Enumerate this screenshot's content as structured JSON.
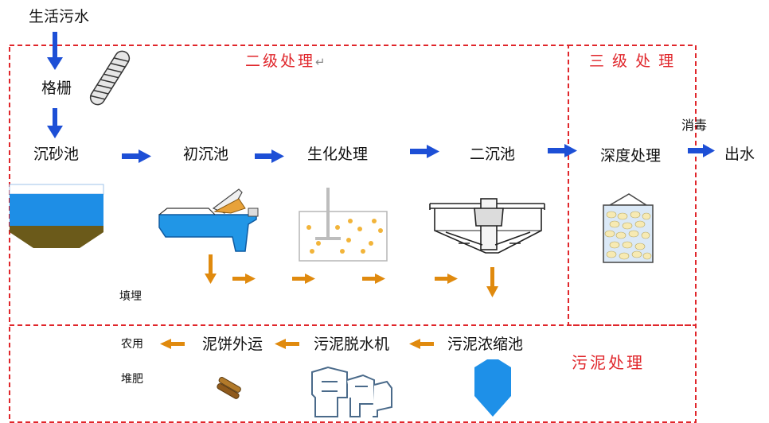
{
  "stages": {
    "secondary_title": "二级处理",
    "secondary_mark": "↵",
    "tertiary_title": "三 级 处 理",
    "sludge_title": "污泥处理"
  },
  "nodes": {
    "sewage": "生活污水",
    "screen": "格栅",
    "grit_chamber": "沉砂池",
    "primary_clarifier": "初沉池",
    "biological": "生化处理",
    "secondary_clarifier": "二沉池",
    "advanced": "深度处理",
    "disinfection": "消毒",
    "effluent": "出水",
    "landfill": "填埋",
    "thickener": "污泥浓缩池",
    "dewatering": "污泥脱水机",
    "cake_transport": "泥饼外运",
    "agriculture": "农用",
    "compost": "堆肥"
  },
  "colors": {
    "main_arrow": "#1d4fd6",
    "sludge_arrow": "#e08a0e",
    "dashed_frame": "#e0262b",
    "water": "#1e90e8",
    "sediment": "#6b5a1a"
  }
}
